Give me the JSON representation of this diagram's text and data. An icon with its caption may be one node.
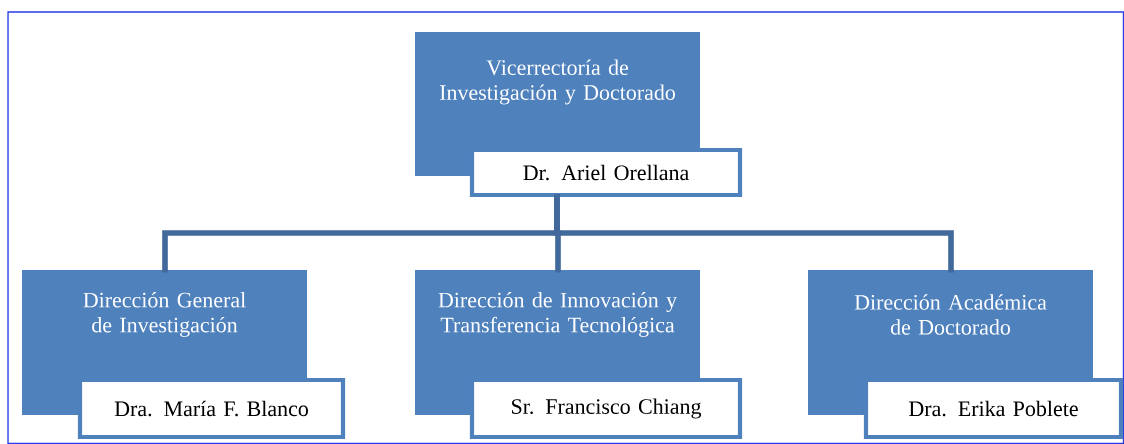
{
  "diagram": {
    "nodes": [
      {
        "text": [
          "Vicerrectoría de Investigación y Doctorado"
        ]
      },
      {
        "text": [
          "Dr. Ariel Orellana"
        ]
      },
      {
        "text": [
          "Dirección General de Investigación"
        ]
      },
      {
        "text": [
          "Dra. María F. Blanco"
        ]
      },
      {
        "text": [
          "Dirección de Innovación y Transferencia Tecnológica"
        ]
      },
      {
        "text": [
          "Sr. Francisco Chiang"
        ]
      },
      {
        "text": [
          "Dirección Académica de Doctorado"
        ]
      },
      {
        "text": [
          "Dra. Erika Poblete"
        ]
      }
    ],
    "edges": [
      {
        "from": 1,
        "to": 2,
        "arrow": "none"
      },
      {
        "from": 1,
        "to": 4,
        "arrow": "none"
      },
      {
        "from": 1,
        "to": 6,
        "arrow": "none"
      }
    ]
  }
}
